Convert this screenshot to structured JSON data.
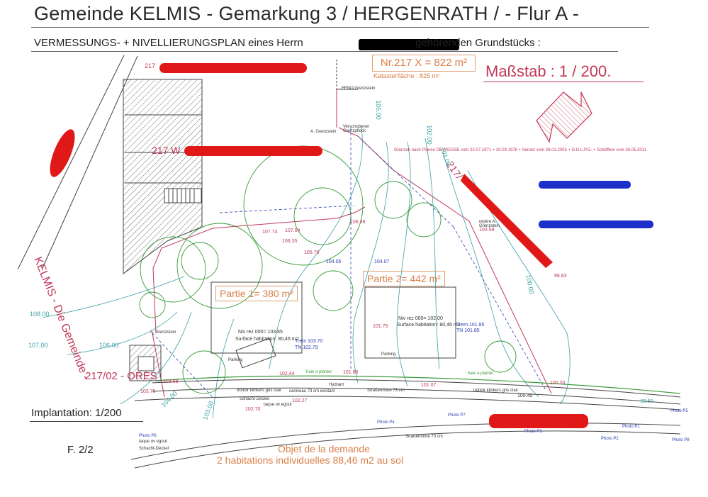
{
  "header": {
    "title": "Gemeinde  KELMIS  -  Gemarkung  3 / HERGENRATH /  - Flur  A -",
    "subtitle_prefix": "VERMESSUNGS- + NIVELLIERUNGSPLAN  eines  Herrn",
    "subtitle_suffix": "gehörenden  Grundstücks :"
  },
  "parcel": {
    "label": "Nr.217 X = 822 m²",
    "kataster": "Katasterfläche : 825 m²"
  },
  "scale": "Maßstab : 1 / 200.",
  "neighbors": {
    "top": "217",
    "middle": "217 W",
    "right": "217/",
    "bottom_left": "217/02 - ORES"
  },
  "kelmis_label": "KELMIS - Die Gemeinde -",
  "parties": [
    {
      "label": "Partie 1= 380 m²"
    },
    {
      "label": "Partie 2= 442 m²"
    }
  ],
  "houses": [
    {
      "niv": "Niv rez 000= 103.85",
      "surface": "Surface habitation: 80,46 m2",
      "trem": "Trem 103.70",
      "tn": "TN 102.79"
    },
    {
      "niv": "Niv rez 000= 102.00",
      "surface": "Surface habitation: 80,46 m2",
      "trem": "Trem 101.85",
      "tn": "TN 101.85"
    }
  ],
  "survey_notes": {
    "feno": "FENO Grenzstein",
    "grenzstein": "A. Grenzstein",
    "verschoben": "Verschobener Grenzpflock",
    "repere": "repère A. Grenzstein",
    "grenzen": "Grenzen nach Plänen DEVRESSE vom 22.07.1971 + 20.09.1978 + Seinez vom 26.01.2005 + D.G.L.P.G. + Schöffere vom 26.05.2011",
    "hydrant": "Hydrant",
    "caniveau": "caniveau  73 cm existant",
    "strassenrinne": "Straßenrinne 73 cm",
    "trottoir": "trottoir klinkers gris clair",
    "schacht": "Schacht-Deckel",
    "taque": "taque ov egout",
    "parking": "Parking",
    "haie": "haie a planter"
  },
  "levels": [
    "108.00",
    "107.00",
    "106.00",
    "105.00",
    "104.00",
    "103.00",
    "102.00",
    "101.00",
    "100.00",
    "99.50",
    "106.38",
    "107.74",
    "107.54",
    "106.35",
    "105.76",
    "104.05",
    "104.07",
    "101.79",
    "101.07",
    "102.44",
    "101.88",
    "100.20",
    "100.40",
    "103.68",
    "103.76",
    "102.70",
    "102.27",
    "98.83",
    "100.58"
  ],
  "photos": [
    "Photo P6",
    "Photo P4",
    "Photo P7",
    "Photo P3",
    "Photo P1",
    "Photo P2",
    "Photo P5",
    "Photo P8"
  ],
  "footer": {
    "implantation": "Implantation: 1/200",
    "sheet": "F. 2/2",
    "objet": "Objet de la demande",
    "habitations": "2 habitations individuelles 88,46 m2 au sol"
  },
  "colors": {
    "accent_pink": "#c0395a",
    "orange": "#d9804a",
    "tree_green": "#3a9a3a",
    "contour_teal": "#3aa0a8",
    "redaction_red": "#e01818",
    "redaction_blue": "#1c2fc8"
  }
}
